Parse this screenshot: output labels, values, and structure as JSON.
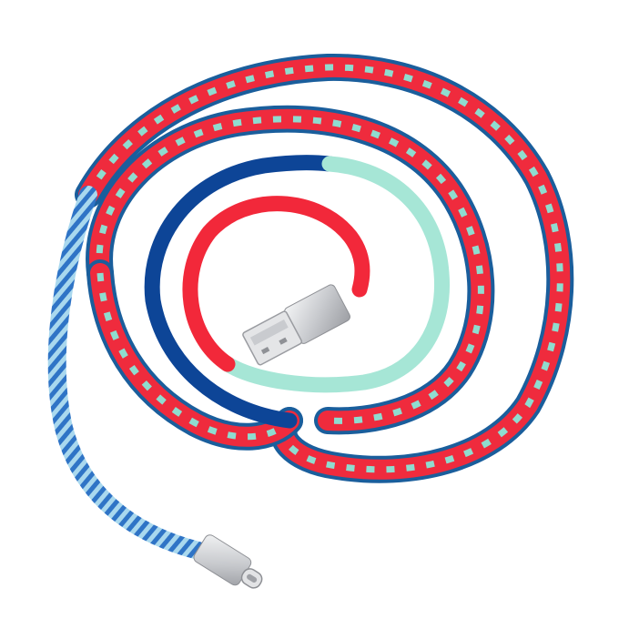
{
  "image": {
    "subject": "braided-charging-cable-coiled",
    "background_color": "#ffffff",
    "colors": {
      "braid_base": "#ef2b3d",
      "braid_edge": "#1a5e9c",
      "braid_cross": "#8fdccf",
      "navy": "#0d4597",
      "mint": "#a6e6d6",
      "red": "#f2283a",
      "stripe_light": "#a9d8ee",
      "stripe_blue": "#2f74c6",
      "metal_light": "#e7e8ea",
      "metal_dark": "#a9abb0"
    },
    "connectors": [
      {
        "kind": "usb-a-plug",
        "end": "inner"
      },
      {
        "kind": "usb-c-plug",
        "end": "outer"
      }
    ]
  }
}
